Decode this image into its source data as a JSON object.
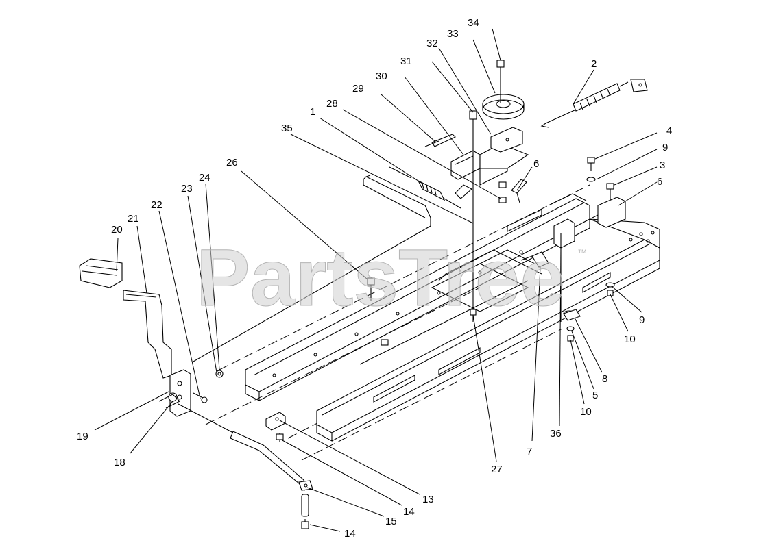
{
  "watermark": {
    "text": "PartsTree",
    "trademark": "™"
  },
  "callouts": [
    {
      "id": "c34",
      "label": "34"
    },
    {
      "id": "c33",
      "label": "33"
    },
    {
      "id": "c32",
      "label": "32"
    },
    {
      "id": "c2",
      "label": "2"
    },
    {
      "id": "c31",
      "label": "31"
    },
    {
      "id": "c30",
      "label": "30"
    },
    {
      "id": "c29",
      "label": "29"
    },
    {
      "id": "c28",
      "label": "28"
    },
    {
      "id": "c1",
      "label": "1"
    },
    {
      "id": "c35",
      "label": "35"
    },
    {
      "id": "c4",
      "label": "4"
    },
    {
      "id": "c9a",
      "label": "9"
    },
    {
      "id": "c6a",
      "label": "6"
    },
    {
      "id": "c3",
      "label": "3"
    },
    {
      "id": "c6b",
      "label": "6"
    },
    {
      "id": "c26",
      "label": "26"
    },
    {
      "id": "c24",
      "label": "24"
    },
    {
      "id": "c23",
      "label": "23"
    },
    {
      "id": "c22",
      "label": "22"
    },
    {
      "id": "c21",
      "label": "21"
    },
    {
      "id": "c20",
      "label": "20"
    },
    {
      "id": "c9b",
      "label": "9"
    },
    {
      "id": "c10a",
      "label": "10"
    },
    {
      "id": "c8",
      "label": "8"
    },
    {
      "id": "c5",
      "label": "5"
    },
    {
      "id": "c10b",
      "label": "10"
    },
    {
      "id": "c36",
      "label": "36"
    },
    {
      "id": "c7",
      "label": "7"
    },
    {
      "id": "c19",
      "label": "19"
    },
    {
      "id": "c18",
      "label": "18"
    },
    {
      "id": "c27",
      "label": "27"
    },
    {
      "id": "c13",
      "label": "13"
    },
    {
      "id": "c14a",
      "label": "14"
    },
    {
      "id": "c15",
      "label": "15"
    },
    {
      "id": "c14b",
      "label": "14"
    }
  ]
}
